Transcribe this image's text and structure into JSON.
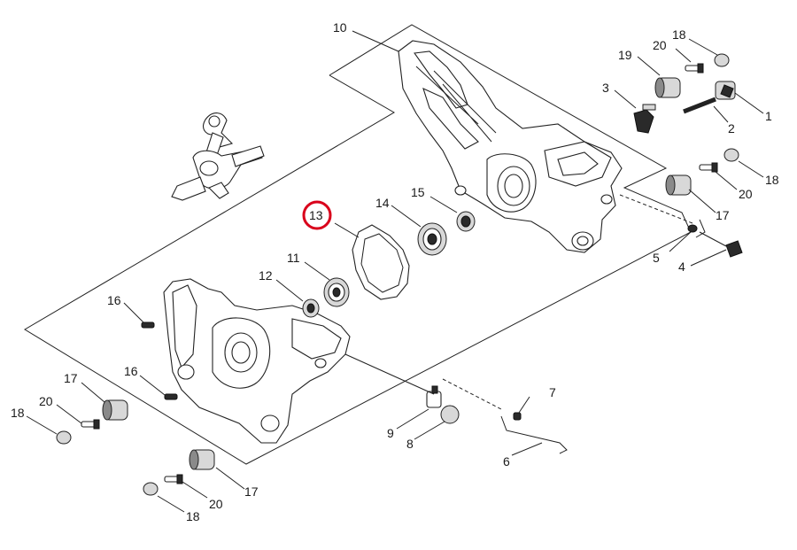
{
  "highlight_color": "#d9001b",
  "callouts": [
    {
      "id": "c10",
      "text": "10"
    },
    {
      "id": "c18a",
      "text": "18"
    },
    {
      "id": "c20a",
      "text": "20"
    },
    {
      "id": "c19",
      "text": "19"
    },
    {
      "id": "c3",
      "text": "3"
    },
    {
      "id": "c1",
      "text": "1"
    },
    {
      "id": "c2",
      "text": "2"
    },
    {
      "id": "c18b",
      "text": "18"
    },
    {
      "id": "c20b",
      "text": "20"
    },
    {
      "id": "c17a",
      "text": "17"
    },
    {
      "id": "c5",
      "text": "5"
    },
    {
      "id": "c4",
      "text": "4"
    },
    {
      "id": "c13",
      "text": "13"
    },
    {
      "id": "c14",
      "text": "14"
    },
    {
      "id": "c15",
      "text": "15"
    },
    {
      "id": "c11",
      "text": "11"
    },
    {
      "id": "c12",
      "text": "12"
    },
    {
      "id": "c16a",
      "text": "16"
    },
    {
      "id": "c16b",
      "text": "16"
    },
    {
      "id": "c17b",
      "text": "17"
    },
    {
      "id": "c20c",
      "text": "20"
    },
    {
      "id": "c18c",
      "text": "18"
    },
    {
      "id": "c7",
      "text": "7"
    },
    {
      "id": "c9",
      "text": "9"
    },
    {
      "id": "c8",
      "text": "8"
    },
    {
      "id": "c6",
      "text": "6"
    },
    {
      "id": "c17c",
      "text": "17"
    },
    {
      "id": "c20d",
      "text": "20"
    },
    {
      "id": "c18d",
      "text": "18"
    }
  ],
  "highlighted_callout": "13"
}
